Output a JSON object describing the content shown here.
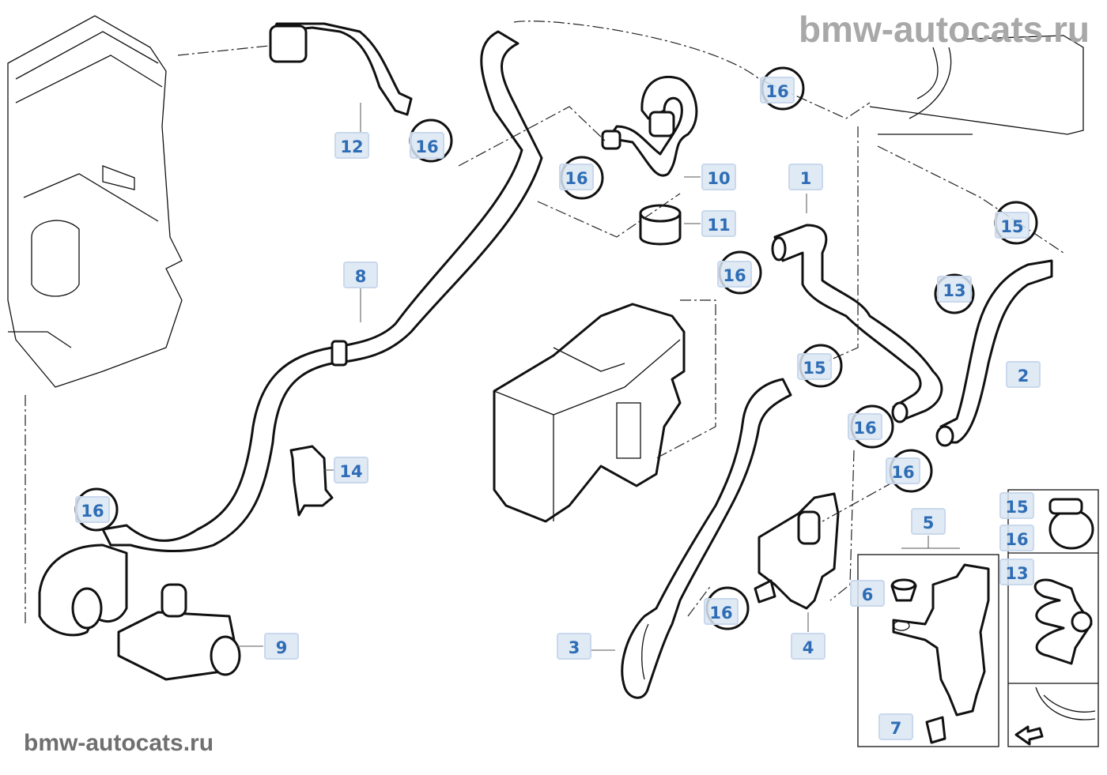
{
  "watermark": {
    "top": "bmw-autocats.ru",
    "bottom": "bmw-autocats.ru"
  },
  "callouts": [
    {
      "id": "1",
      "part": "hose"
    },
    {
      "id": "2",
      "part": "hose"
    },
    {
      "id": "3",
      "part": "hose"
    },
    {
      "id": "4",
      "part": "valve"
    },
    {
      "id": "5",
      "part": "bracket-set"
    },
    {
      "id": "6",
      "part": "grommet"
    },
    {
      "id": "7",
      "part": "clip"
    },
    {
      "id": "8",
      "part": "hose"
    },
    {
      "id": "9",
      "part": "pump"
    },
    {
      "id": "10",
      "part": "hose"
    },
    {
      "id": "11",
      "part": "damper"
    },
    {
      "id": "12",
      "part": "hose"
    },
    {
      "id": "13",
      "part": "holder"
    },
    {
      "id": "14",
      "part": "bracket"
    },
    {
      "id": "15",
      "part": "hose-clamp"
    },
    {
      "id": "16",
      "part": "hose-clamp"
    }
  ],
  "labels": {
    "l1": "1",
    "l2": "2",
    "l3": "3",
    "l4": "4",
    "l5": "5",
    "l6": "6",
    "l7": "7",
    "l8": "8",
    "l9": "9",
    "l10": "10",
    "l11": "11",
    "l12": "12",
    "l13": "13",
    "l14": "14",
    "l15a": "15",
    "l15b": "15",
    "l15c": "15",
    "l16a": "16",
    "l16b": "16",
    "l16c": "16",
    "l16d": "16",
    "l16e": "16",
    "l16f": "16",
    "l16g": "16",
    "l16h": "16",
    "l16i": "16",
    "l13b": "13"
  },
  "colors": {
    "label_text": "#2e6db5",
    "label_bg": "#dbe6f3",
    "watermark": "#a8a8a8",
    "line_art": "#111111"
  }
}
